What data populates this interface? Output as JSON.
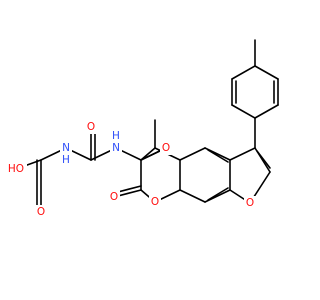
{
  "molecule": {
    "colors": {
      "bond": "#000000",
      "O": "#ff0d0d",
      "N": "#3050f8",
      "H": "#ff0d0d"
    },
    "atoms": [
      {
        "id": "h_acid",
        "text": "HO",
        "element": "O"
      },
      {
        "id": "o_acid_carbonyl",
        "text": "O",
        "element": "O"
      },
      {
        "id": "n_gly1",
        "text": "N",
        "element": "N"
      },
      {
        "id": "h_gly1",
        "text": "H",
        "element": "N"
      },
      {
        "id": "o_gly2_carbonyl",
        "text": "O",
        "element": "O"
      },
      {
        "id": "n_gly2",
        "text": "N",
        "element": "N"
      },
      {
        "id": "h_gly2",
        "text": "H",
        "element": "N"
      },
      {
        "id": "o_amide",
        "text": "O",
        "element": "O"
      },
      {
        "id": "o_lactone_carbonyl",
        "text": "O",
        "element": "O"
      },
      {
        "id": "o_lactone_ring",
        "text": "O",
        "element": "O"
      },
      {
        "id": "o_furan",
        "text": "O",
        "element": "O"
      }
    ]
  }
}
